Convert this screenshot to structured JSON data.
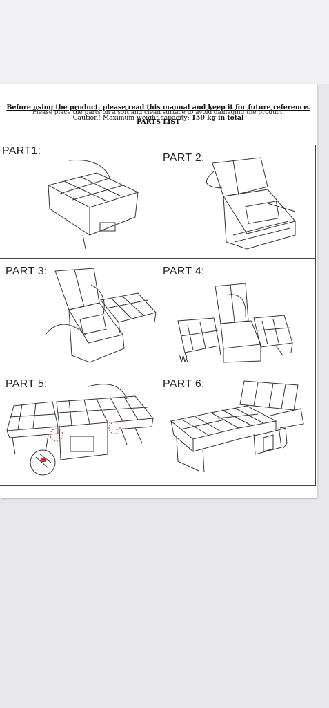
{
  "header": {
    "line1": "Before using the product, please read this manual and keep it for future reference.",
    "line2": "Please place the parts on a soft and clean surface to avoid damaging the product.",
    "line3_prefix": "Caution! Maximum weight capacity:",
    "line3_value": "150 kg in total",
    "line4": "PARTS LIST"
  },
  "parts": [
    {
      "label": "PART1:"
    },
    {
      "label": "PART 2:"
    },
    {
      "label": "PART 3:"
    },
    {
      "label": "PART 4:"
    },
    {
      "label": "PART 5:"
    },
    {
      "label": "PART 6:"
    }
  ],
  "part4_mark": "W",
  "colors": {
    "page": "#ffffff",
    "background": "#e8e8ec",
    "line": "#444444",
    "accent_dots": "#d0302b"
  }
}
